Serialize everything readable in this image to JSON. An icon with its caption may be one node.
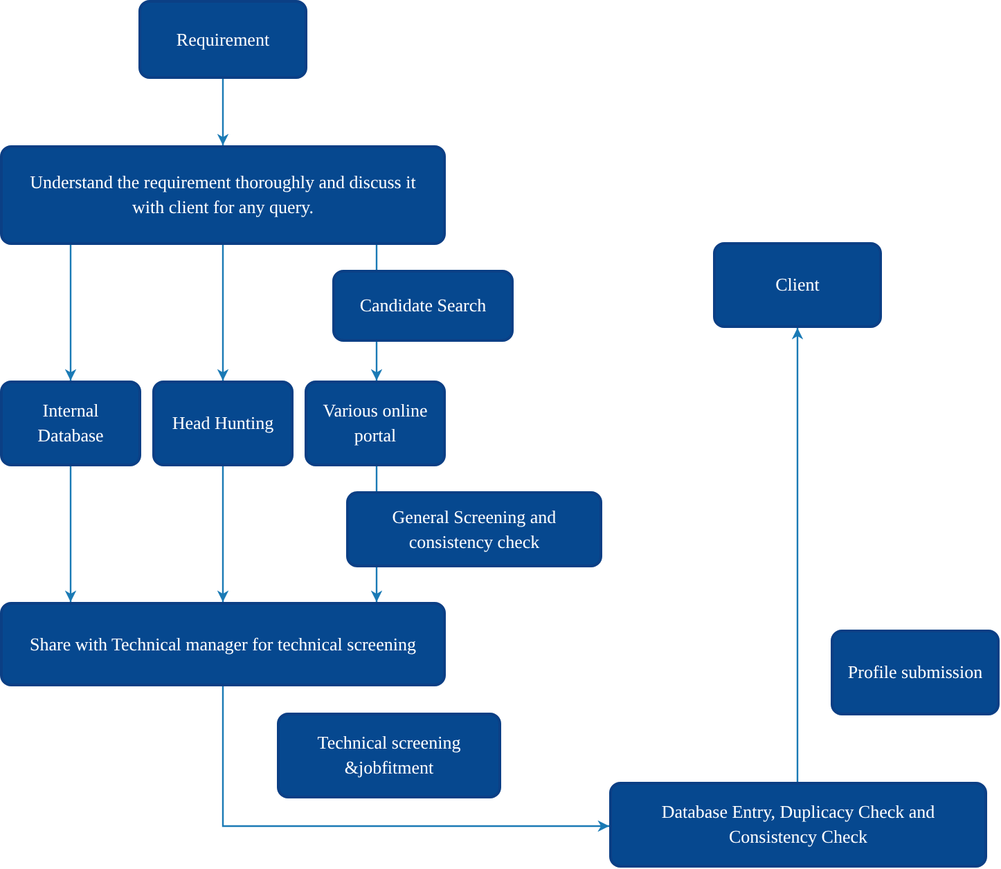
{
  "diagram": {
    "nodes": [
      {
        "text": [
          "Requirement"
        ]
      },
      {
        "text": [
          "Understand the requirement thoroughly and discuss it with client for any query."
        ]
      },
      {
        "text": [
          "Candidate Search"
        ]
      },
      {
        "text": [
          "Client"
        ]
      },
      {
        "text": [
          "Internal Database"
        ]
      },
      {
        "text": [
          "Head Hunting"
        ]
      },
      {
        "text": [
          "Various online portal"
        ]
      },
      {
        "text": [
          "General Screening and consistency check"
        ]
      },
      {
        "text": [
          "Share with Technical manager for technical screening"
        ]
      },
      {
        "text": [
          "Profile submission"
        ]
      },
      {
        "text": [
          "Technical screening &jobfitment"
        ]
      },
      {
        "text": [
          "Database Entry, Duplicacy Check and Consistency Check"
        ]
      }
    ],
    "edges": [
      {
        "from": 0,
        "to": 1,
        "arrow": "to"
      },
      {
        "from": 1,
        "to": 4,
        "arrow": "to"
      },
      {
        "from": 1,
        "to": 5,
        "arrow": "to"
      },
      {
        "from": 1,
        "to": 2,
        "arrow": "none"
      },
      {
        "from": 2,
        "to": 6,
        "arrow": "to"
      },
      {
        "from": 4,
        "to": 8,
        "arrow": "to"
      },
      {
        "from": 5,
        "to": 8,
        "arrow": "to"
      },
      {
        "from": 6,
        "to": 7,
        "arrow": "none"
      },
      {
        "from": 7,
        "to": 8,
        "arrow": "to"
      },
      {
        "from": 8,
        "to": 11,
        "arrow": "to"
      },
      {
        "from": 11,
        "to": 3,
        "arrow": "to"
      }
    ]
  }
}
